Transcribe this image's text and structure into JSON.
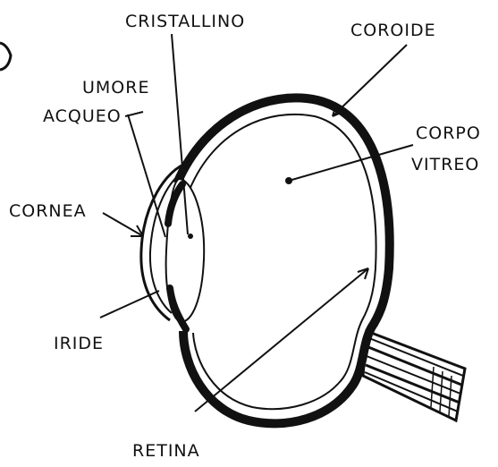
{
  "labels": {
    "cristallino": "CRISTALLINO",
    "coroide": "COROIDE",
    "umore": "UMORE",
    "acqueo": "ACQUEO",
    "corpo": "CORPO",
    "vitreo": "VITREO",
    "cornea": "CORNEA",
    "iride": "IRIDE",
    "retina": "RETINA"
  },
  "colors": {
    "ink": "#111111",
    "paper": "#ffffff"
  }
}
